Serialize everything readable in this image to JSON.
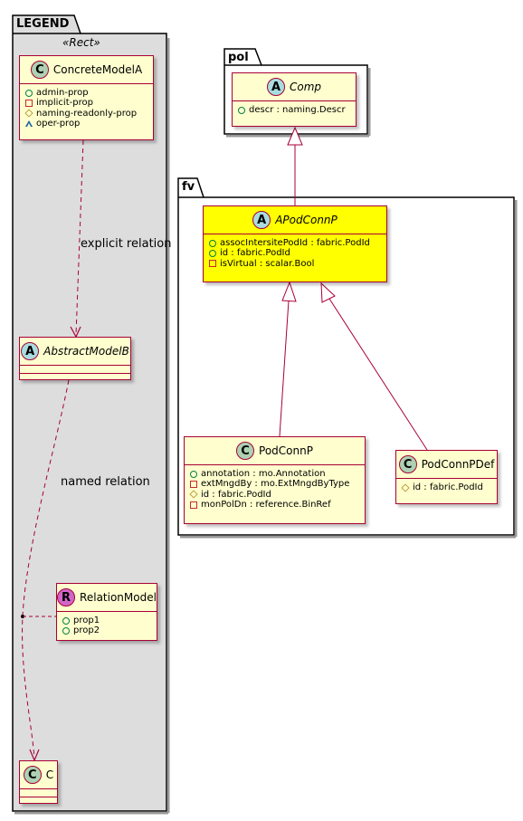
{
  "packages": {
    "legend": {
      "name": "LEGEND",
      "stereotype": "«Rect»"
    },
    "pol": {
      "name": "pol"
    },
    "fv": {
      "name": "fv"
    }
  },
  "classes": {
    "concrete_model_a": {
      "kind": "C",
      "name": "ConcreteModelA",
      "attributes": [
        {
          "visibility": "public",
          "text": "admin-prop"
        },
        {
          "visibility": "private",
          "text": "implicit-prop"
        },
        {
          "visibility": "protected",
          "text": "naming-readonly-prop"
        },
        {
          "visibility": "package",
          "text": "oper-prop"
        }
      ]
    },
    "abstract_model_b": {
      "kind": "A",
      "name": "AbstractModelB"
    },
    "relation_model": {
      "kind": "R",
      "name": "RelationModel",
      "attributes": [
        {
          "visibility": "public",
          "text": "prop1"
        },
        {
          "visibility": "public",
          "text": "prop2"
        }
      ]
    },
    "c": {
      "kind": "C",
      "name": "C"
    },
    "comp": {
      "kind": "A",
      "name": "Comp",
      "attributes": [
        {
          "visibility": "public",
          "text": "descr : naming.Descr"
        }
      ]
    },
    "a_pod_conn_p": {
      "kind": "A",
      "name": "APodConnP",
      "attributes": [
        {
          "visibility": "public",
          "text": "assocIntersitePodId : fabric.PodId"
        },
        {
          "visibility": "public",
          "text": "id : fabric.PodId"
        },
        {
          "visibility": "private",
          "text": "isVirtual : scalar.Bool"
        }
      ]
    },
    "pod_conn_p": {
      "kind": "C",
      "name": "PodConnP",
      "attributes": [
        {
          "visibility": "public",
          "text": "annotation : mo.Annotation"
        },
        {
          "visibility": "private",
          "text": "extMngdBy : mo.ExtMngdByType"
        },
        {
          "visibility": "protected",
          "text": "id : fabric.PodId"
        },
        {
          "visibility": "private",
          "text": "monPolDn : reference.BinRef"
        }
      ]
    },
    "pod_conn_p_def": {
      "kind": "C",
      "name": "PodConnPDef",
      "attributes": [
        {
          "visibility": "protected",
          "text": "id : fabric.PodId"
        }
      ]
    }
  },
  "relations": {
    "explicit": "explicit relation",
    "named": "named relation"
  },
  "colors": {
    "class_fill": "#FEFECE",
    "highlight_fill": "#FFFF00",
    "border": "#A80036",
    "legend_fill": "#DDDDDD"
  }
}
